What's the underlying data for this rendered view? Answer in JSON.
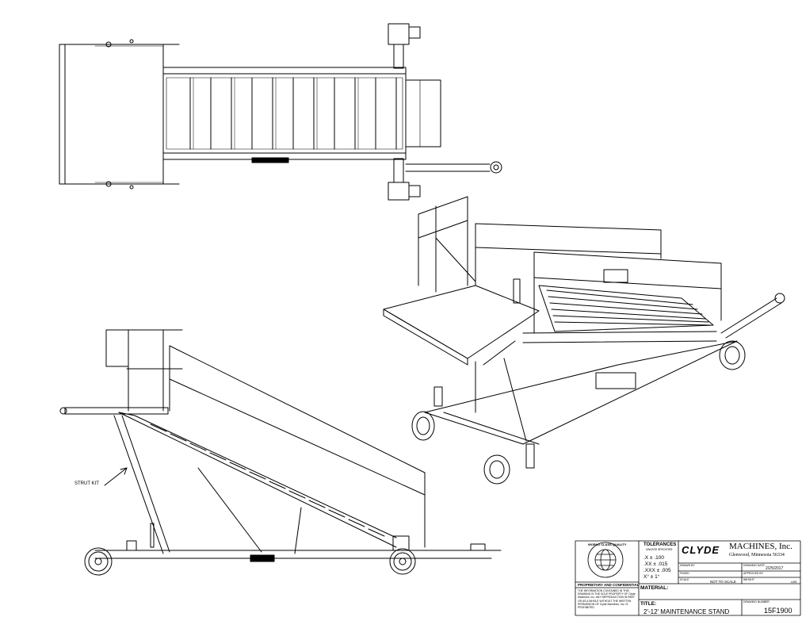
{
  "annotations": {
    "strut_kit": "STRUT KIT"
  },
  "title_block": {
    "logo_text": "WORLD CLASS QUALITY",
    "proprietary": "PROPRIETARY AND CONFIDENTIAL",
    "confidential_notice": "THE INFORMATION CONTAINED IN THIS DRAWING IS THE SOLE PROPERTY OF Clyde Machines, Inc. ANY REPRODUCTION IN PART OR AS A WHOLE WITHOUT THE WRITTEN PERMISSION OF Clyde Machines, Inc. IS PROHIBITED.",
    "tolerances_title": "TOLERANCES",
    "tolerances_sub": "UNLESS SPECIFIED",
    "tolerances": [
      ".X ± .100",
      ".XX ± .015",
      ".XXX ± .005",
      "X° ± 1°"
    ],
    "company_logo": "CLYDE",
    "company_name": "MACHINES, Inc.",
    "company_address": "Glenwood, Minnesota 56334",
    "drawn_by_label": "DRAWN BY",
    "drawing_date_label": "DRAWING DATE",
    "drawing_date": "2/25/2017",
    "finish_label": "FINISH",
    "approved_by_label": "APPROVED BY",
    "scale_label": "SCALE",
    "scale_value": "NOT TO SCALE",
    "weight_label": "WEIGHT",
    "weight_unit": "LBS",
    "material_label": "MATERIAL:",
    "title_label": "TITLE:",
    "title_value": "2'-12' MAINTENANCE STAND",
    "drawing_number_label": "DRAWING NUMBER",
    "drawing_number": "15F1900"
  }
}
